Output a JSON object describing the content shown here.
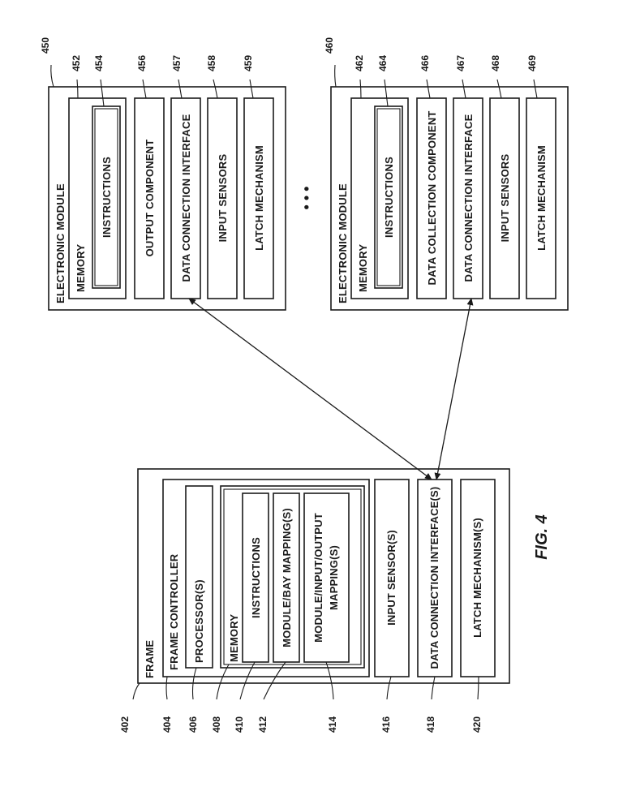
{
  "figure_label": "FIG. 4",
  "ellipsis": "• • •",
  "frame": {
    "ref": "402",
    "title": "FRAME",
    "controller": {
      "ref": "404",
      "title": "FRAME CONTROLLER",
      "processor": {
        "ref": "406",
        "label": "PROCESSOR(S)"
      },
      "memory": {
        "ref": "408",
        "title": "MEMORY",
        "instructions": {
          "ref": "410",
          "label": "INSTRUCTIONS"
        },
        "module_bay": {
          "ref": "412",
          "label": "MODULE/BAY MAPPING(S)"
        },
        "module_io": {
          "ref": "414",
          "label_line1": "MODULE/INPUT/OUTPUT",
          "label_line2": "MAPPING(S)"
        }
      }
    },
    "input_sensors": {
      "ref": "416",
      "label": "INPUT SENSOR(S)"
    },
    "data_connection": {
      "ref": "418",
      "label": "DATA CONNECTION INTERFACE(S)"
    },
    "latch": {
      "ref": "420",
      "label": "LATCH MECHANISM(S)"
    }
  },
  "module_a": {
    "ref": "450",
    "title": "ELECTRONIC MODULE",
    "memory": {
      "ref": "452",
      "title": "MEMORY"
    },
    "instructions": {
      "ref": "454",
      "label": "INSTRUCTIONS"
    },
    "output": {
      "ref": "456",
      "label": "OUTPUT COMPONENT"
    },
    "data_connection": {
      "ref": "457",
      "label": "DATA CONNECTION INTERFACE"
    },
    "input_sensors": {
      "ref": "458",
      "label": "INPUT SENSORS"
    },
    "latch": {
      "ref": "459",
      "label": "LATCH MECHANISM"
    }
  },
  "module_b": {
    "ref": "460",
    "title": "ELECTRONIC MODULE",
    "memory": {
      "ref": "462",
      "title": "MEMORY"
    },
    "instructions": {
      "ref": "464",
      "label": "INSTRUCTIONS"
    },
    "data_collection": {
      "ref": "466",
      "label": "DATA COLLECTION COMPONENT"
    },
    "data_connection": {
      "ref": "467",
      "label": "DATA CONNECTION INTERFACE"
    },
    "input_sensors": {
      "ref": "468",
      "label": "INPUT SENSORS"
    },
    "latch": {
      "ref": "469",
      "label": "LATCH MECHANISM"
    }
  }
}
